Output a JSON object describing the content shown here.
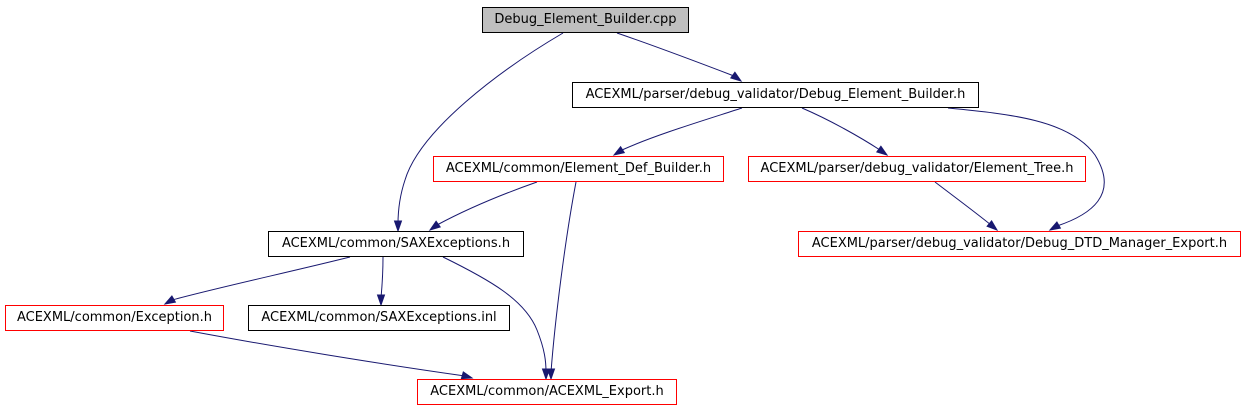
{
  "nodes": {
    "root": {
      "label": "Debug_Element_Builder.cpp"
    },
    "debug_element_builder_h": {
      "label": "ACEXML/parser/debug_validator/Debug_Element_Builder.h"
    },
    "element_def_builder_h": {
      "label": "ACEXML/common/Element_Def_Builder.h"
    },
    "element_tree_h": {
      "label": "ACEXML/parser/debug_validator/Element_Tree.h"
    },
    "saxexceptions_h": {
      "label": "ACEXML/common/SAXExceptions.h"
    },
    "debug_dtd_manager_export_h": {
      "label": "ACEXML/parser/debug_validator/Debug_DTD_Manager_Export.h"
    },
    "exception_h": {
      "label": "ACEXML/common/Exception.h"
    },
    "saxexceptions_inl": {
      "label": "ACEXML/common/SAXExceptions.inl"
    },
    "acexml_export_h": {
      "label": "ACEXML/common/ACEXML_Export.h"
    }
  },
  "edges": [
    {
      "from": "root",
      "to": "debug_element_builder_h"
    },
    {
      "from": "root",
      "to": "saxexceptions_h"
    },
    {
      "from": "debug_element_builder_h",
      "to": "element_def_builder_h"
    },
    {
      "from": "debug_element_builder_h",
      "to": "element_tree_h"
    },
    {
      "from": "debug_element_builder_h",
      "to": "debug_dtd_manager_export_h"
    },
    {
      "from": "element_def_builder_h",
      "to": "saxexceptions_h"
    },
    {
      "from": "element_def_builder_h",
      "to": "acexml_export_h"
    },
    {
      "from": "element_tree_h",
      "to": "debug_dtd_manager_export_h"
    },
    {
      "from": "saxexceptions_h",
      "to": "exception_h"
    },
    {
      "from": "saxexceptions_h",
      "to": "saxexceptions_inl"
    },
    {
      "from": "saxexceptions_h",
      "to": "acexml_export_h"
    },
    {
      "from": "exception_h",
      "to": "acexml_export_h"
    }
  ],
  "colors": {
    "edge": "#191970",
    "root_fill": "#bfbfbf",
    "internal_border": "#000000",
    "external_border": "#ff0000"
  }
}
